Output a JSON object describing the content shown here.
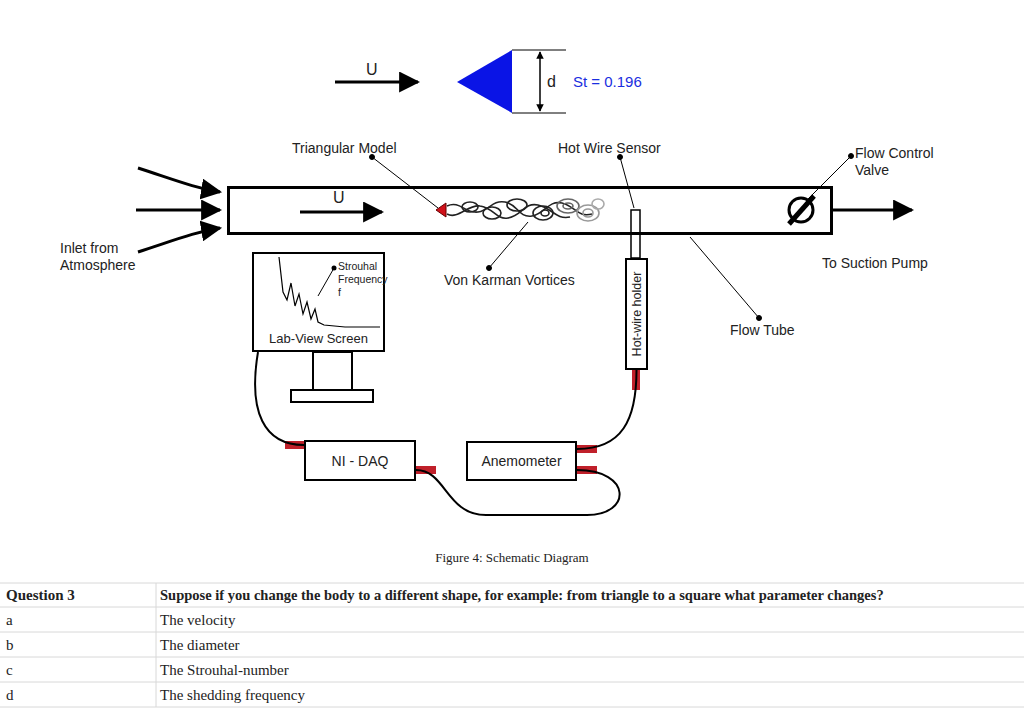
{
  "diagram": {
    "caption": "Figure 4: Schematic Diagram",
    "nodes": [
      {
        "text": [
          "U"
        ]
      },
      {
        "text": [
          "Strouhal Frequency f",
          "Lab-View Screen"
        ]
      },
      {
        "text": [
          "NI - DAQ"
        ]
      },
      {
        "text": [
          "Anemometer"
        ]
      },
      {
        "text": [
          "Hot-wire holder"
        ]
      }
    ],
    "edges": [
      {
        "from": 1,
        "to": 2,
        "arrow": "none"
      },
      {
        "from": 2,
        "to": 3,
        "arrow": "none"
      },
      {
        "from": 3,
        "to": 4,
        "arrow": "none"
      }
    ],
    "labels": [
      "U",
      "d",
      "St = 0.196",
      "Triangular Model",
      "Hot Wire Sensor",
      "Flow Control Valve",
      "Inlet from Atmosphere",
      "Von Karman Vortices",
      "To Suction Pump",
      "Flow Tube",
      "Question 3",
      "Suppose if you change the body to a different shape, for example: from triangle to a square what parameter changes?",
      "a",
      "The velocity",
      "b",
      "The diameter",
      "c",
      "The Strouhal-number",
      "d",
      "The shedding frequency"
    ]
  }
}
